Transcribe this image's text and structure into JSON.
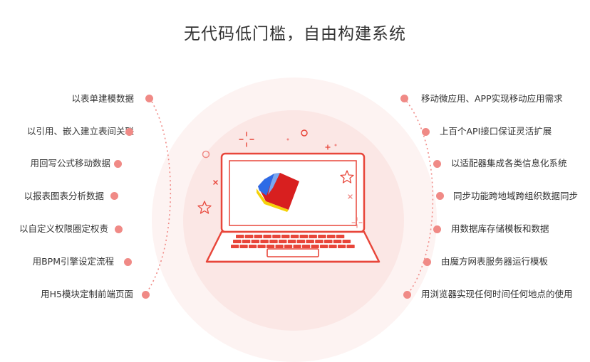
{
  "header": {
    "title": "无代码低门槛，自由构建系统"
  },
  "left_features": [
    {
      "label": "以表单建模数据"
    },
    {
      "label": "以引用、嵌入建立表间关联"
    },
    {
      "label": "用回写公式移动数据"
    },
    {
      "label": "以报表图表分析数据"
    },
    {
      "label": "以自定义权限圈定权责"
    },
    {
      "label": "用BPM引擎设定流程"
    },
    {
      "label": "用H5模块定制前端页面"
    }
  ],
  "right_features": [
    {
      "label": "移动微应用、APP实现移动应用需求"
    },
    {
      "label": "上百个API接口保证灵活扩展"
    },
    {
      "label": "以适配器集成各类信息化系统"
    },
    {
      "label": "同步功能跨地域跨组织数据同步"
    },
    {
      "label": "用数据库存储模板和数据"
    },
    {
      "label": "由魔方网表服务器运行模板"
    },
    {
      "label": "用浏览器实现任何时间任何地点的使用"
    }
  ],
  "colors": {
    "accent": "#e8463a",
    "dot": "#f08a86",
    "logo_red": "#d81f1f",
    "logo_yellow": "#f5d20a",
    "logo_blue": "#2e6be6"
  },
  "icons": [
    "laptop-icon",
    "cube-logo-icon",
    "sparkle-icon",
    "star-icon",
    "circle-icon",
    "cross-icon"
  ]
}
